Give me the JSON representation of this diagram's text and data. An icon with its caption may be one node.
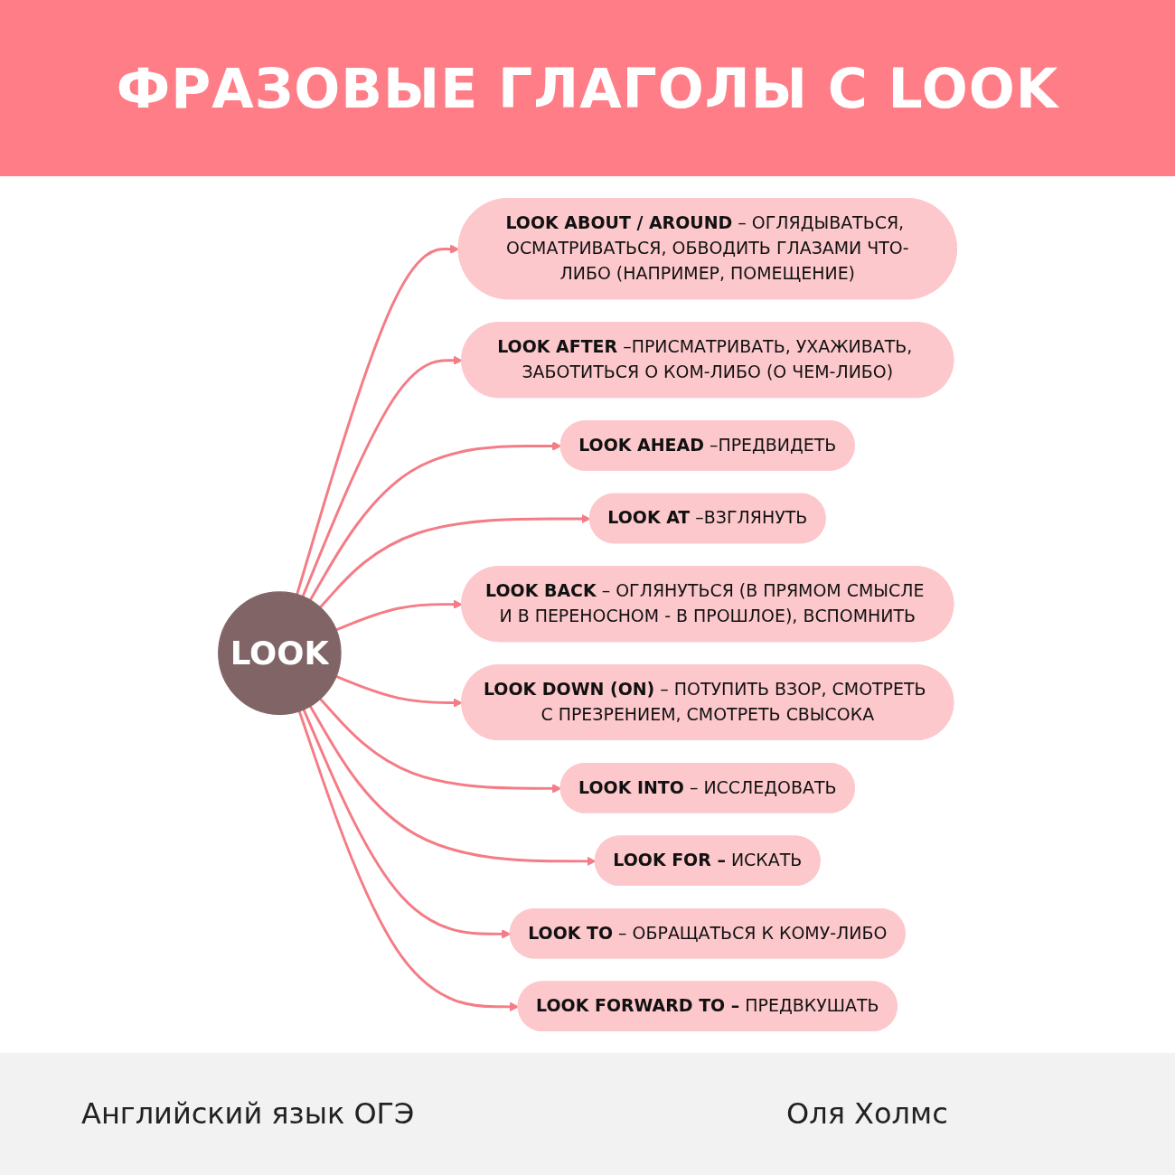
{
  "diagram": {
    "title": "ФРАЗОВЫЕ ГЛАГОЛЫ С LOOK",
    "nodes": [
      {
        "text": [
          "LOOK"
        ]
      },
      {
        "text": [
          "**LOOK ABOUT / AROUND** – ОГЛЯДЫВАТЬСЯ, ОСМАТРИВАТЬСЯ, ОБВОДИТЬ ГЛАЗАМИ ЧТО-ЛИБО (НАПРИМЕР, ПОМЕЩЕНИЕ)"
        ]
      },
      {
        "text": [
          "**LOOK AFTER** –ПРИСМАТРИВАТЬ, УХАЖИВАТЬ, ЗАБОТИТЬСЯ О КОМ-ЛИБО (О ЧЕМ-ЛИБО)"
        ]
      },
      {
        "text": [
          "**LOOK AHEAD** –ПРЕДВИДЕТЬ"
        ]
      },
      {
        "text": [
          "**LOOK AT** –ВЗГЛЯНУТЬ"
        ]
      },
      {
        "text": [
          "**LOOK BACK** – ОГЛЯНУТЬСЯ (В ПРЯМОМ СМЫСЛЕ И В ПЕРЕНОСНОМ - В ПРОШЛОЕ), ВСПОМНИТЬ"
        ]
      },
      {
        "text": [
          "**LOOK DOWN (ON)** – ПОТУПИТЬ ВЗОР, СМОТРЕТЬ С ПРЕЗРЕНИЕМ, СМОТРЕТЬ СВЫСОКА"
        ]
      },
      {
        "text": [
          "**LOOK INTO** – ИССЛЕДОВАТЬ"
        ]
      },
      {
        "text": [
          "**LOOK FOR –** ИСКАТЬ"
        ]
      },
      {
        "text": [
          "**LOOK TO** – ОБРАЩАТЬСЯ К КОМУ-ЛИБО"
        ]
      },
      {
        "text": [
          "**LOOK FORWARD TO –** ПРЕДВКУШАТЬ"
        ]
      }
    ],
    "edges": [
      {
        "from": 0,
        "to": 1,
        "arrow": "to"
      },
      {
        "from": 0,
        "to": 2,
        "arrow": "to"
      },
      {
        "from": 0,
        "to": 3,
        "arrow": "to"
      },
      {
        "from": 0,
        "to": 4,
        "arrow": "to"
      },
      {
        "from": 0,
        "to": 5,
        "arrow": "to"
      },
      {
        "from": 0,
        "to": 6,
        "arrow": "to"
      },
      {
        "from": 0,
        "to": 7,
        "arrow": "to"
      },
      {
        "from": 0,
        "to": 8,
        "arrow": "to"
      },
      {
        "from": 0,
        "to": 9,
        "arrow": "to"
      },
      {
        "from": 0,
        "to": 10,
        "arrow": "to"
      }
    ],
    "labels": [
      "Английский язык ОГЭ",
      "Оля Холмс"
    ]
  }
}
